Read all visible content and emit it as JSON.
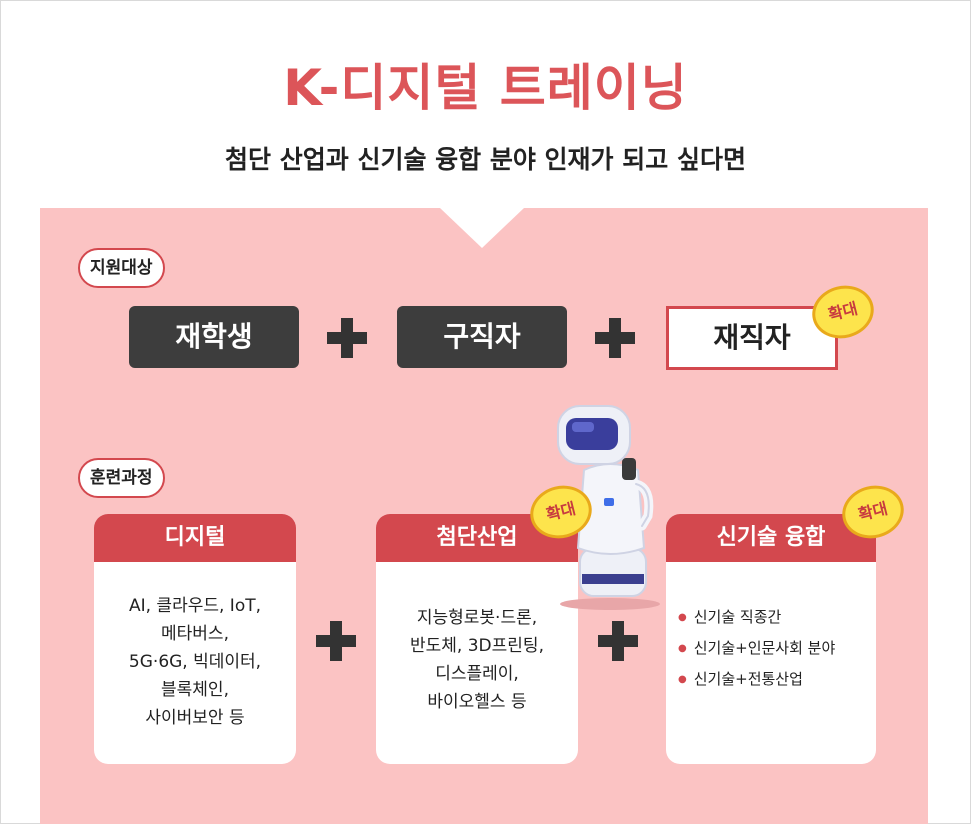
{
  "title": "K-디지털 트레이닝",
  "subtitle": "첨단 산업과 신기술 융합 분야 인재가 되고 싶다면",
  "support": {
    "label": "지원대상",
    "targets": [
      "재학생",
      "구직자",
      "재직자"
    ],
    "badge": "확대"
  },
  "training": {
    "label": "훈련과정",
    "digital": {
      "title": "디지털",
      "lines": [
        "AI, 클라우드, IoT,",
        "메타버스,",
        "5G·6G, 빅데이터,",
        "블록체인,",
        "사이버보안 등"
      ]
    },
    "advanced": {
      "title": "첨단산업",
      "badge": "확대",
      "lines": [
        "지능형로봇·드론,",
        "반도체, 3D프린팅,",
        "디스플레이,",
        "바이오헬스 등"
      ]
    },
    "convergence": {
      "title": "신기술 융합",
      "badge": "확대",
      "items": [
        "신기술 직종간",
        "신기술+인문사회 분야",
        "신기술+전통산업"
      ]
    }
  },
  "colors": {
    "accent": "#d3484e",
    "title": "#dc5559",
    "panel": "#fbc3c3",
    "dark": "#3d3d3d",
    "badge": "#fde44c"
  },
  "icons": [
    "plus-icon",
    "robot-illustration"
  ]
}
